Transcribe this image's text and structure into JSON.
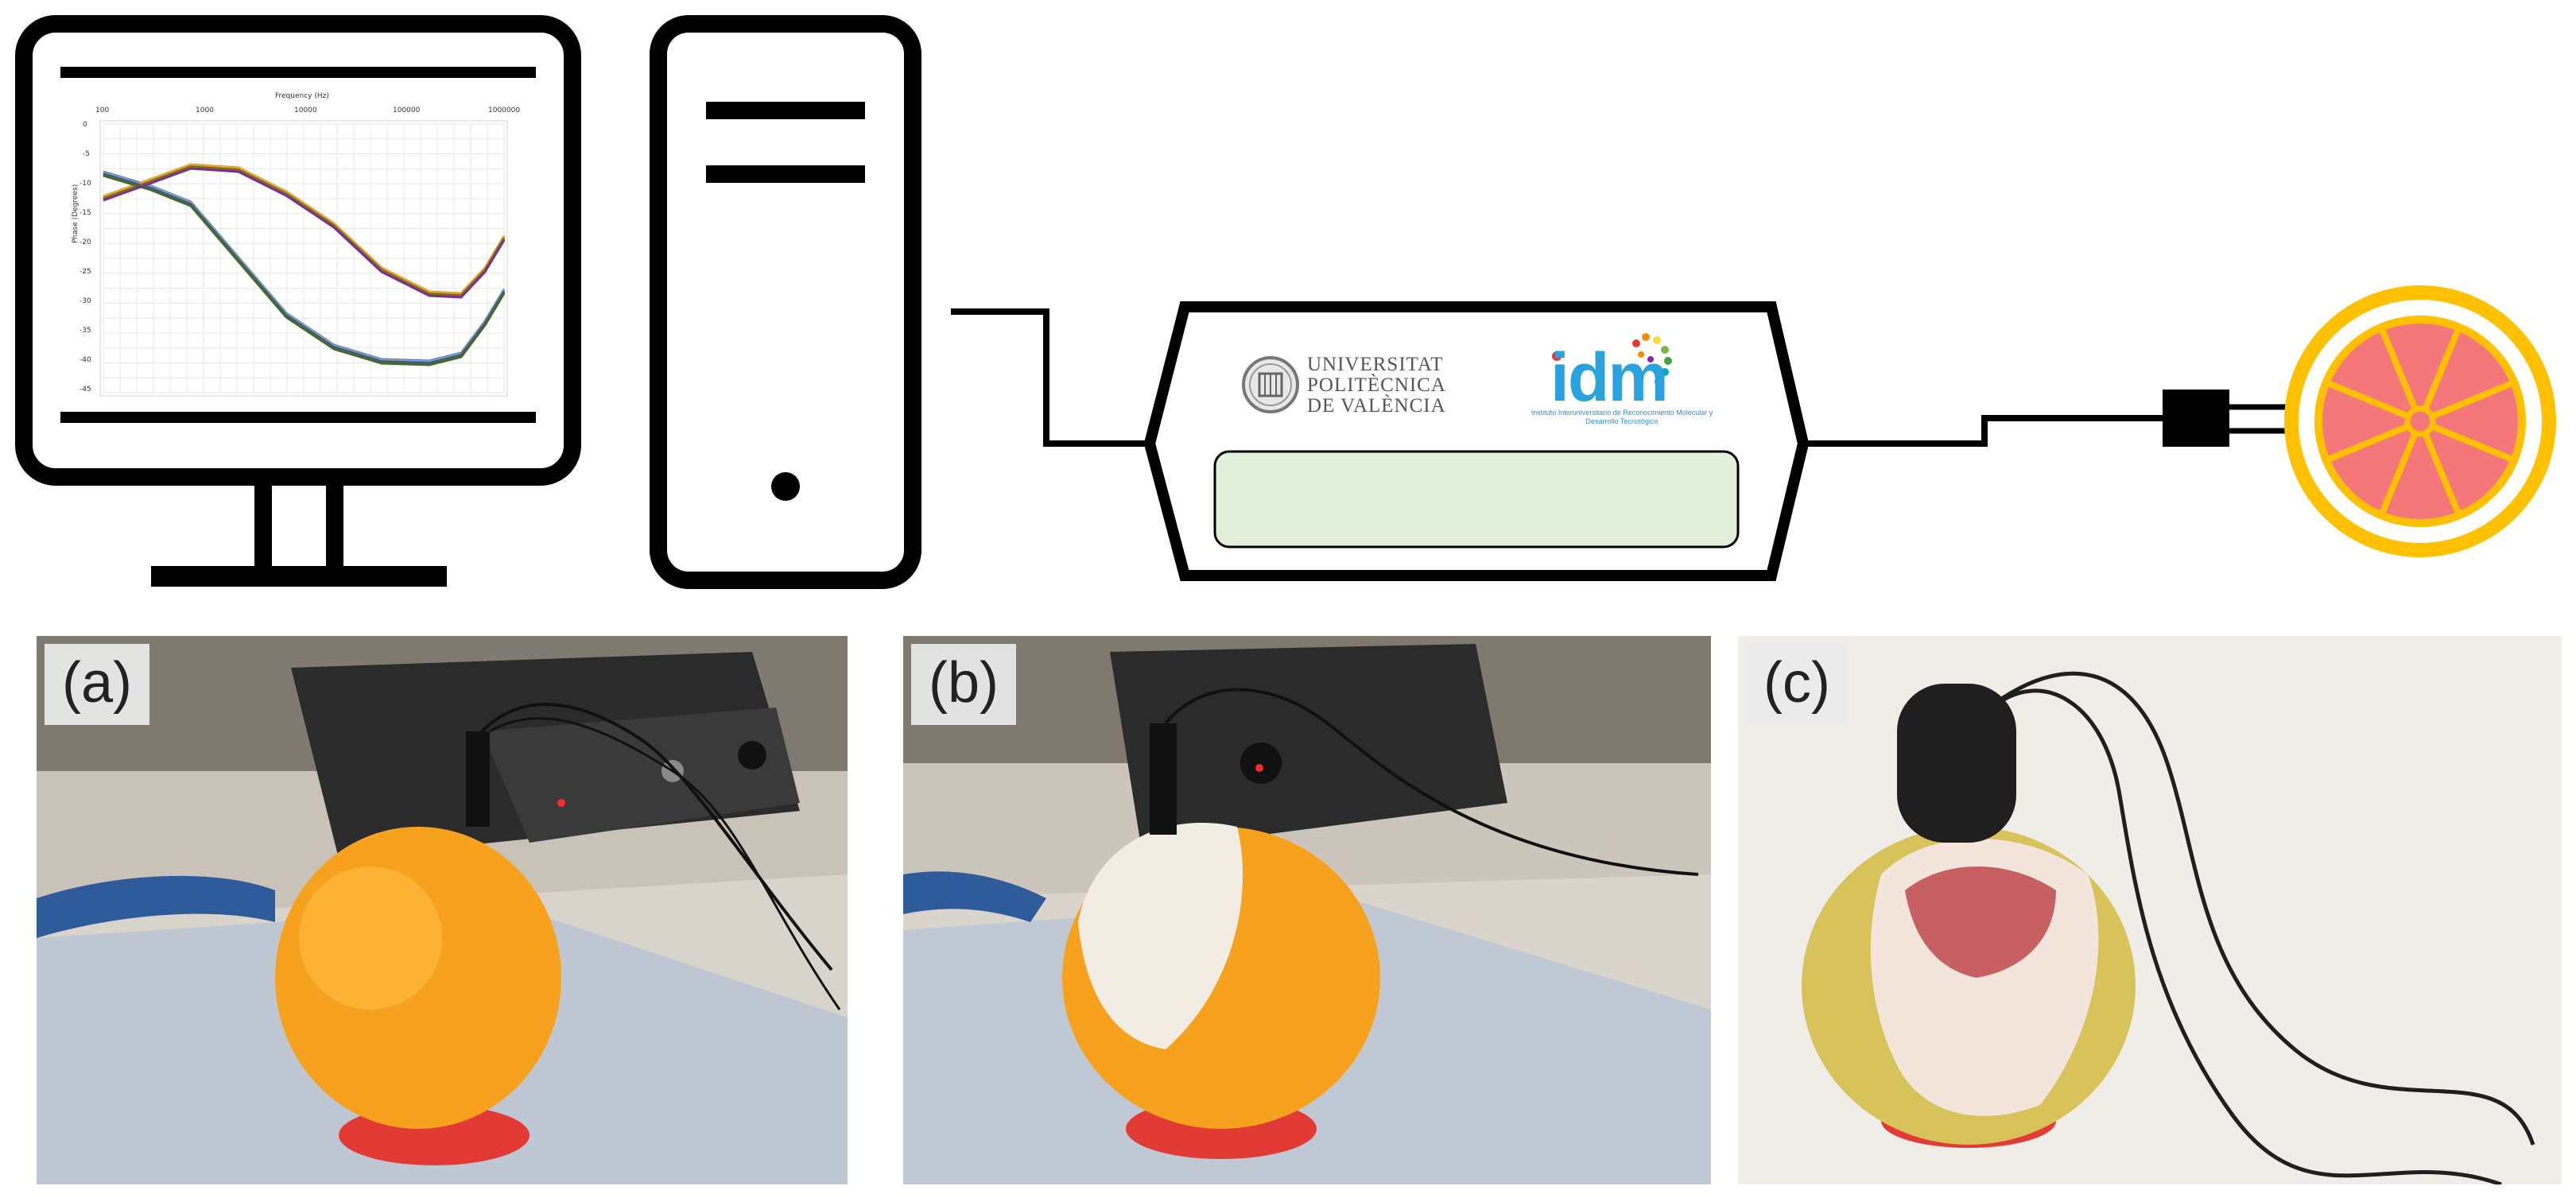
{
  "monitor_chart": {
    "xlabel": "Frequency (Hz)",
    "ylabel": "Phase (Degrees)",
    "x_ticks": [
      "100",
      "1000",
      "10000",
      "100000",
      "1000000"
    ],
    "y_ticks": [
      "0",
      "-5",
      "-10",
      "-15",
      "-20",
      "-25",
      "-30",
      "-35",
      "-40",
      "-45"
    ]
  },
  "device": {
    "institution_1_lines": [
      "UNIVERSITAT",
      "POLITÈCNICA",
      "DE VALÈNCIA"
    ],
    "institution_2_logo": "idm",
    "institution_2_subtitle": "Instituto Interuniversitario de Reconocimiento Molecular y Desarrollo Tecnológico",
    "display_color": "#e2efda"
  },
  "panels": [
    {
      "label": "(a)"
    },
    {
      "label": "(b)"
    },
    {
      "label": "(c)"
    }
  ],
  "colors": {
    "outline": "#000000",
    "citrus_rind": "#ffc000",
    "citrus_flesh": "#f4787a",
    "citrus_segments": "#ffc000",
    "chart_line_colors": [
      "#4472c4",
      "#ed7d31",
      "#a5a5a5",
      "#ffc000",
      "#5b9bd5",
      "#70ad47",
      "#264478",
      "#9e480e",
      "#636363",
      "#997300",
      "#43682b",
      "#7030a0"
    ]
  }
}
